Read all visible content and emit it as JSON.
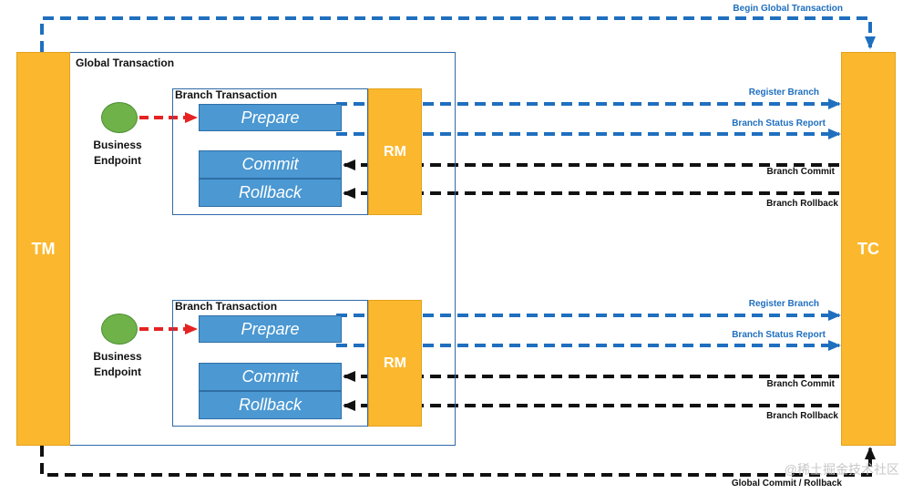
{
  "global_box_title": "Global Transaction",
  "tm_label": "TM",
  "tc_label": "TC",
  "begin_label": "Begin Global Transaction",
  "global_end_label": "Global Commit / Rollback",
  "branches": [
    {
      "title": "Branch Transaction",
      "endpoint": [
        "Business",
        "Endpoint"
      ],
      "prepare": "Prepare",
      "commit": "Commit",
      "rollback": "Rollback",
      "rm": "RM",
      "register": "Register Branch",
      "status": "Branch Status Report",
      "branch_commit": "Branch Commit",
      "branch_rollback": "Branch Rollback"
    },
    {
      "title": "Branch Transaction",
      "endpoint": [
        "Business",
        "Endpoint"
      ],
      "prepare": "Prepare",
      "commit": "Commit",
      "rollback": "Rollback",
      "rm": "RM",
      "register": "Register Branch",
      "status": "Branch Status Report",
      "branch_commit": "Branch Commit",
      "branch_rollback": "Branch Rollback"
    }
  ],
  "watermark": "@稀土掘金技术社区",
  "colors": {
    "bar": "#fbb82e",
    "phase": "#4b98d2",
    "blue_arrow": "#1f6fbf",
    "black_arrow": "#111111",
    "red_arrow": "#e62222",
    "endpoint": "#6fb24a"
  }
}
